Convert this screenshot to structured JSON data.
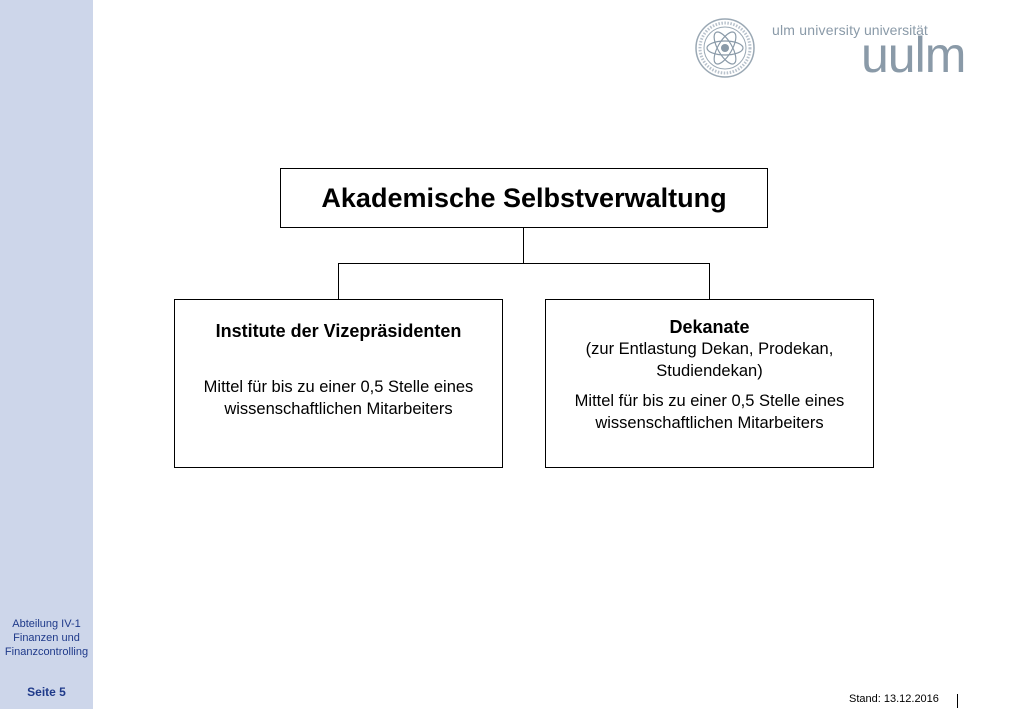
{
  "sidebar": {
    "department_lines": [
      "Abteilung IV-1",
      "Finanzen und",
      "Finanzcontrolling"
    ],
    "page_label": "Seite 5"
  },
  "logo": {
    "english": "ulm university",
    "german_small": "universität",
    "wordmark": "uulm"
  },
  "diagram": {
    "root": "Akademische Selbstverwaltung",
    "left": {
      "title": "Institute der Vizepräsidenten",
      "body_line1": "Mittel für bis zu einer 0,5 Stelle eines",
      "body_line2": "wissenschaftlichen Mitarbeiters"
    },
    "right": {
      "title": "Dekanate",
      "sub_line1": "(zur Entlastung Dekan, Prodekan,",
      "sub_line2": "Studiendekan)",
      "body_line1": "Mittel für bis zu einer 0,5 Stelle eines",
      "body_line2": "wissenschaftlichen Mitarbeiters"
    }
  },
  "footer": {
    "stand": "Stand: 13.12.2016"
  }
}
